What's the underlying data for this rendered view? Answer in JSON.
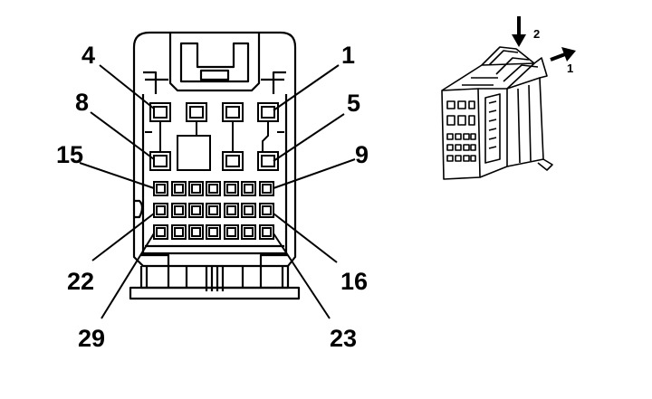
{
  "diagram": {
    "pin_labels": [
      "4",
      "1",
      "8",
      "5",
      "15",
      "9",
      "22",
      "16",
      "29",
      "23"
    ],
    "direction_labels": [
      "2",
      "1"
    ]
  },
  "colors": {
    "line": "#000000",
    "background": "#ffffff"
  }
}
